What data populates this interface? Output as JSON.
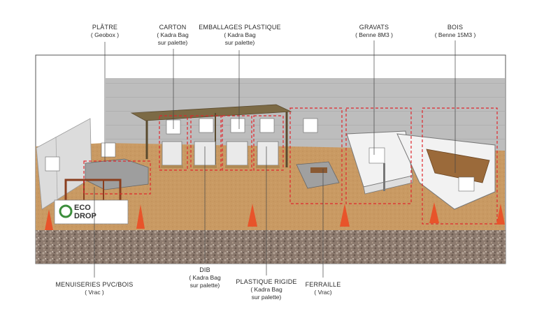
{
  "labels": {
    "platre": {
      "title": "PLÂTRE",
      "sub1": "( Geobox )",
      "sub2": ""
    },
    "carton": {
      "title": "CARTON",
      "sub1": "( Kadra Bag",
      "sub2": "sur palette)"
    },
    "emballages": {
      "title": "EMBALLAGES PLASTIQUE",
      "sub1": "( Kadra Bag",
      "sub2": "sur palette)"
    },
    "gravats": {
      "title": "GRAVATS",
      "sub1": "( Benne 8M3 )",
      "sub2": ""
    },
    "bois": {
      "title": "BOIS",
      "sub1": "( Benne 15M3 )",
      "sub2": ""
    },
    "menuiseries": {
      "title": "MENUISERIES PVC/BOIS",
      "sub1": "( Vrac )",
      "sub2": ""
    },
    "dib": {
      "title": "DIB",
      "sub1": "( Kadra Bag",
      "sub2": "sur palette)"
    },
    "plastique_rigide": {
      "title": "PLASTIQUE RIGIDE",
      "sub1": "( Kadra Bag",
      "sub2": "sur palette)"
    },
    "ferraille": {
      "title": "FERRAILLE",
      "sub1": "( Vrac)",
      "sub2": ""
    }
  },
  "logo": {
    "line1": "ECO",
    "line2": "DROP"
  },
  "colors": {
    "wall": "#bdbdbd",
    "ground": "#c99a63",
    "gravel": "#8c7a6e",
    "dashed_zone": "#e0262c",
    "canopy": "#7c6a45",
    "container": "#f2f2f2",
    "cone": "#e8542a",
    "leader": "#444444"
  }
}
